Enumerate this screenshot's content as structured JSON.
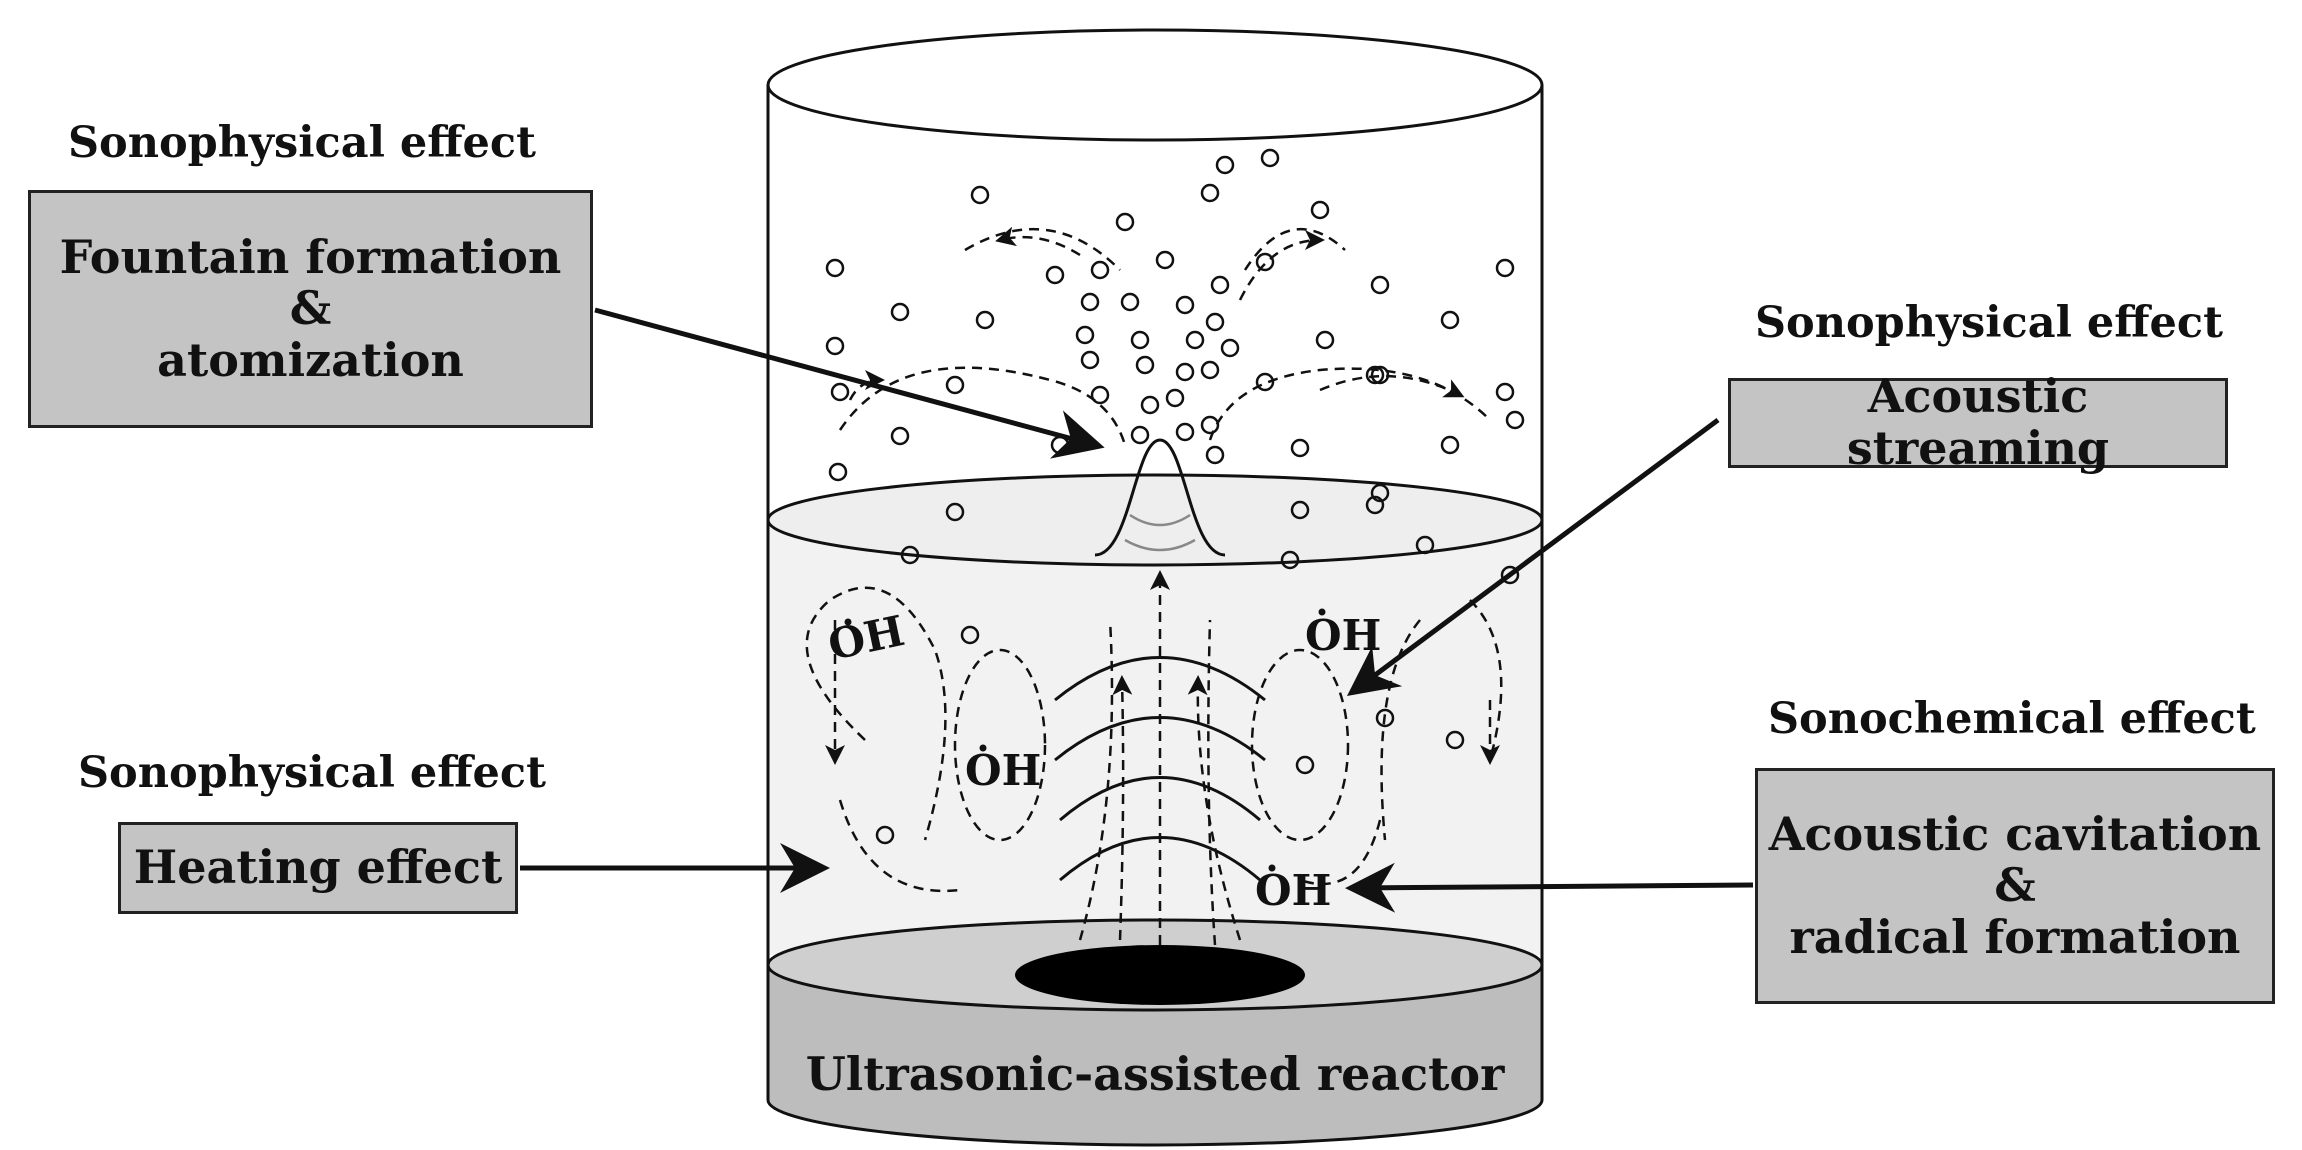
{
  "labels": {
    "fountain": {
      "heading": "Sonophysical effect",
      "lines": [
        "Fountain formation",
        "&",
        "atomization"
      ]
    },
    "streaming": {
      "heading": "Sonophysical effect",
      "lines": [
        "Acoustic streaming"
      ]
    },
    "heating": {
      "heading": "Sonophysical effect",
      "lines": [
        "Heating effect"
      ]
    },
    "cavitation": {
      "heading": "Sonochemical effect",
      "lines": [
        "Acoustic cavitation",
        "&",
        "radical formation"
      ]
    }
  },
  "reactor": {
    "base_label": "Ultrasonic-assisted reactor"
  },
  "radical": {
    "symbol": "OH"
  },
  "colors": {
    "box_fill": "#c4c4c4",
    "liquid": "#f2f2f2",
    "plate": "#cfcfcf",
    "base": "#bdbdbd",
    "transducer": "#000000",
    "line": "#111111"
  }
}
